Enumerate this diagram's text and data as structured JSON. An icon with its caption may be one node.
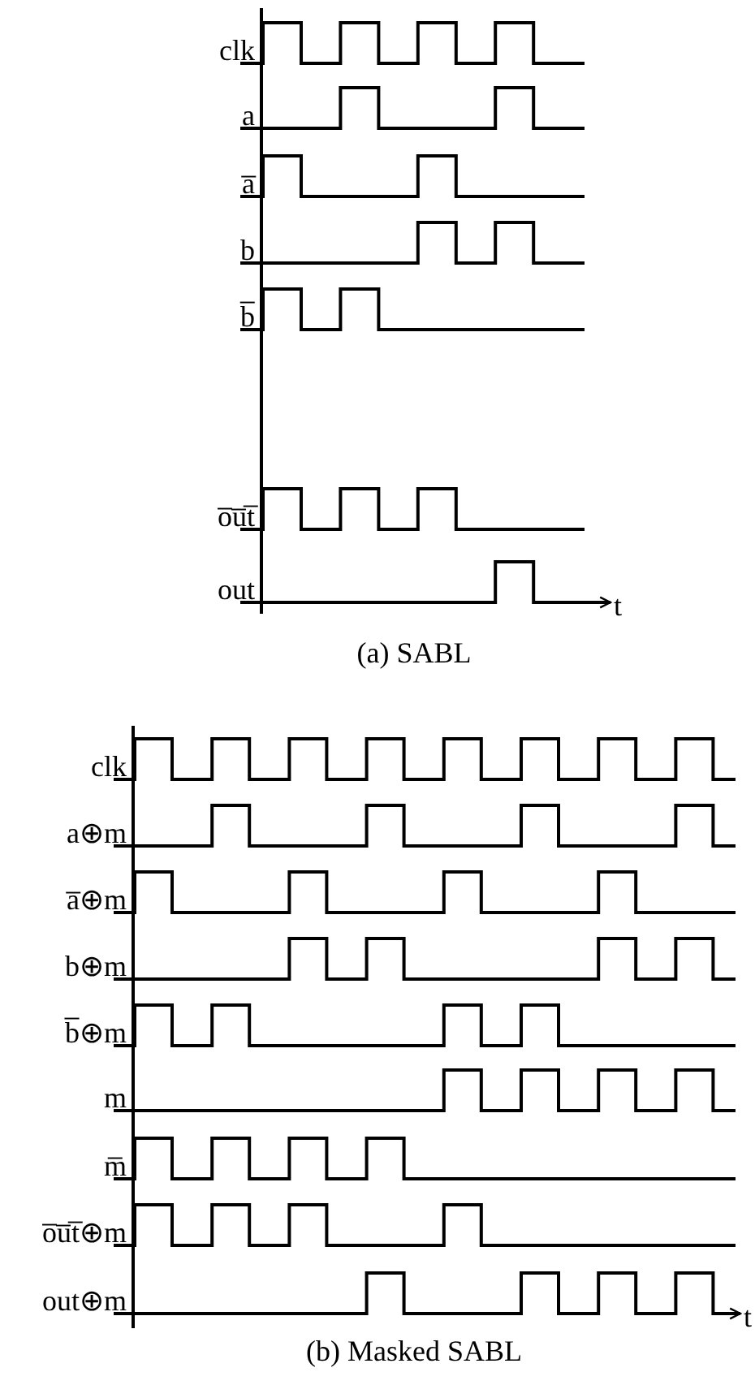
{
  "diagram": {
    "labels": [
      "clk",
      "a",
      "a̅",
      "b",
      "b̅",
      "o̅u̅t̅",
      "out",
      "t",
      "(a)  SABL",
      "clk",
      "a⊕m",
      "a̅⊕m",
      "b⊕m",
      "b̅⊕m",
      "m",
      "m̅",
      "o̅u̅t̅⊕m",
      "out⊕m",
      "t",
      "(b)  Masked SABL"
    ]
  }
}
